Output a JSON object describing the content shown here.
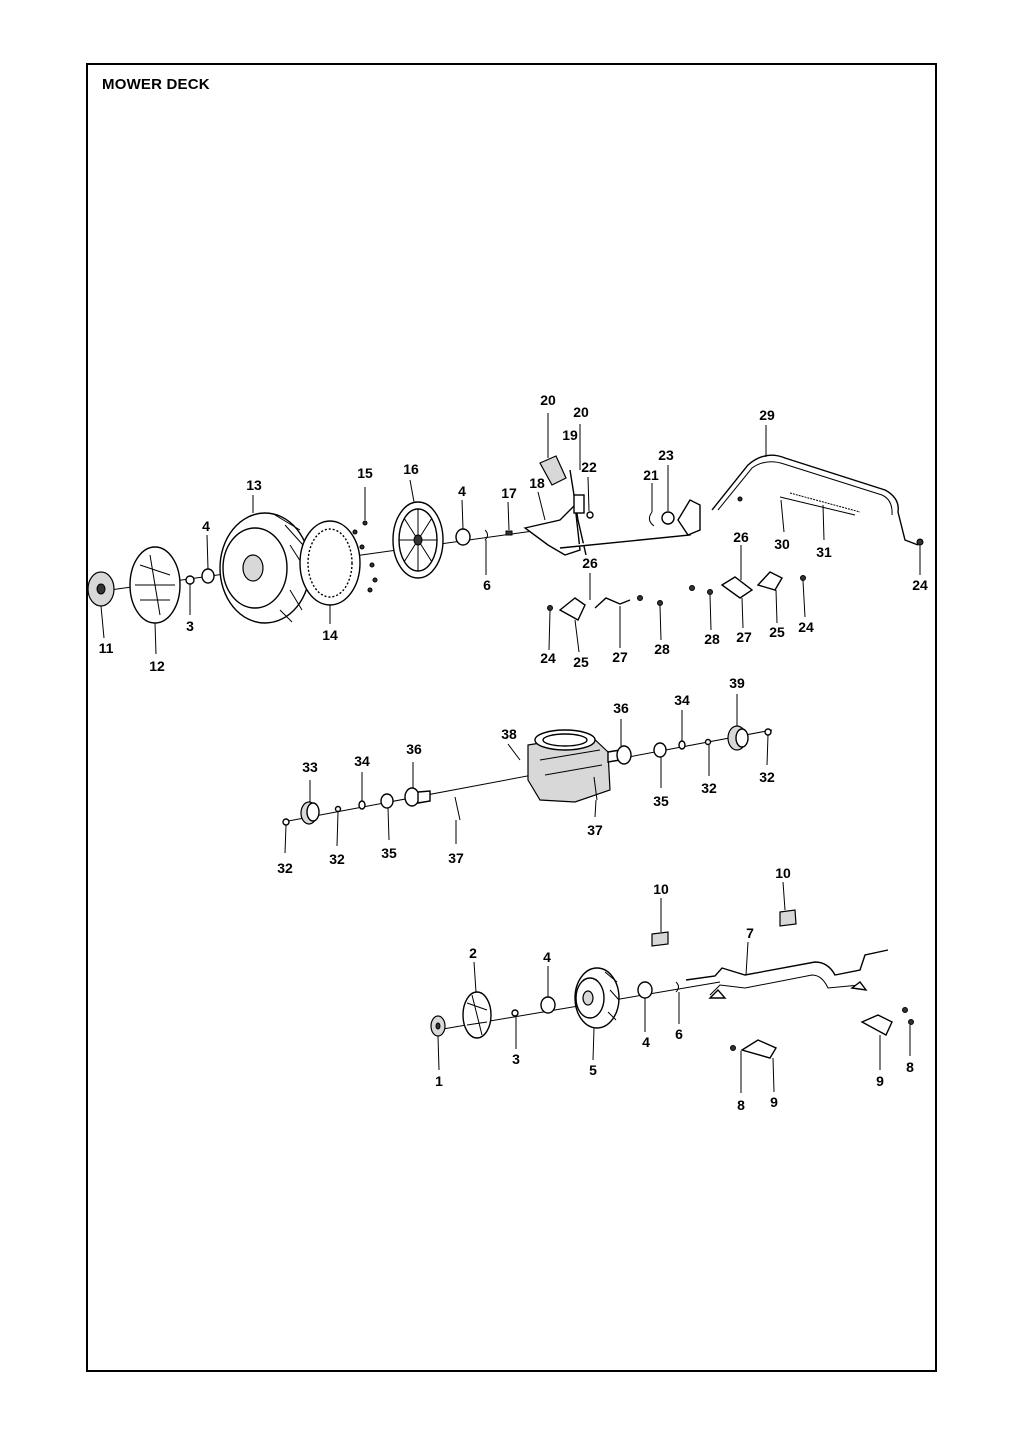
{
  "title": "MOWER DECK",
  "labels": [
    {
      "id": "l20a",
      "text": "20"
    },
    {
      "id": "l20b",
      "text": "20"
    },
    {
      "id": "l19",
      "text": "19"
    },
    {
      "id": "l29",
      "text": "29"
    },
    {
      "id": "l23",
      "text": "23"
    },
    {
      "id": "l21",
      "text": "21"
    },
    {
      "id": "l22",
      "text": "22"
    },
    {
      "id": "l16",
      "text": "16"
    },
    {
      "id": "l15",
      "text": "15"
    },
    {
      "id": "l13",
      "text": "13"
    },
    {
      "id": "l4a",
      "text": "4"
    },
    {
      "id": "l17",
      "text": "17"
    },
    {
      "id": "l18",
      "text": "18"
    },
    {
      "id": "l4b",
      "text": "4"
    },
    {
      "id": "l30",
      "text": "30"
    },
    {
      "id": "l31",
      "text": "31"
    },
    {
      "id": "l26a",
      "text": "26"
    },
    {
      "id": "l26b",
      "text": "26"
    },
    {
      "id": "l6a",
      "text": "6"
    },
    {
      "id": "l3a",
      "text": "3"
    },
    {
      "id": "l14",
      "text": "14"
    },
    {
      "id": "l11",
      "text": "11"
    },
    {
      "id": "l12",
      "text": "12"
    },
    {
      "id": "l24a",
      "text": "24"
    },
    {
      "id": "l24b",
      "text": "24"
    },
    {
      "id": "l24c",
      "text": "24"
    },
    {
      "id": "l25a",
      "text": "25"
    },
    {
      "id": "l25b",
      "text": "25"
    },
    {
      "id": "l27a",
      "text": "27"
    },
    {
      "id": "l27b",
      "text": "27"
    },
    {
      "id": "l28a",
      "text": "28"
    },
    {
      "id": "l28b",
      "text": "28"
    },
    {
      "id": "l39",
      "text": "39"
    },
    {
      "id": "l34a",
      "text": "34"
    },
    {
      "id": "l36a",
      "text": "36"
    },
    {
      "id": "l38",
      "text": "38"
    },
    {
      "id": "l36b",
      "text": "36"
    },
    {
      "id": "l34b",
      "text": "34"
    },
    {
      "id": "l33",
      "text": "33"
    },
    {
      "id": "l32a",
      "text": "32"
    },
    {
      "id": "l32b",
      "text": "32"
    },
    {
      "id": "l35a",
      "text": "35"
    },
    {
      "id": "l37a",
      "text": "37"
    },
    {
      "id": "l32c",
      "text": "32"
    },
    {
      "id": "l32d",
      "text": "32"
    },
    {
      "id": "l35b",
      "text": "35"
    },
    {
      "id": "l37b",
      "text": "37"
    },
    {
      "id": "l10a",
      "text": "10"
    },
    {
      "id": "l10b",
      "text": "10"
    },
    {
      "id": "l7",
      "text": "7"
    },
    {
      "id": "l2",
      "text": "2"
    },
    {
      "id": "l4c",
      "text": "4"
    },
    {
      "id": "l4d",
      "text": "4"
    },
    {
      "id": "l6b",
      "text": "6"
    },
    {
      "id": "l3b",
      "text": "3"
    },
    {
      "id": "l5",
      "text": "5"
    },
    {
      "id": "l1",
      "text": "1"
    },
    {
      "id": "l8a",
      "text": "8"
    },
    {
      "id": "l9a",
      "text": "9"
    },
    {
      "id": "l8b",
      "text": "8"
    },
    {
      "id": "l9b",
      "text": "9"
    }
  ]
}
